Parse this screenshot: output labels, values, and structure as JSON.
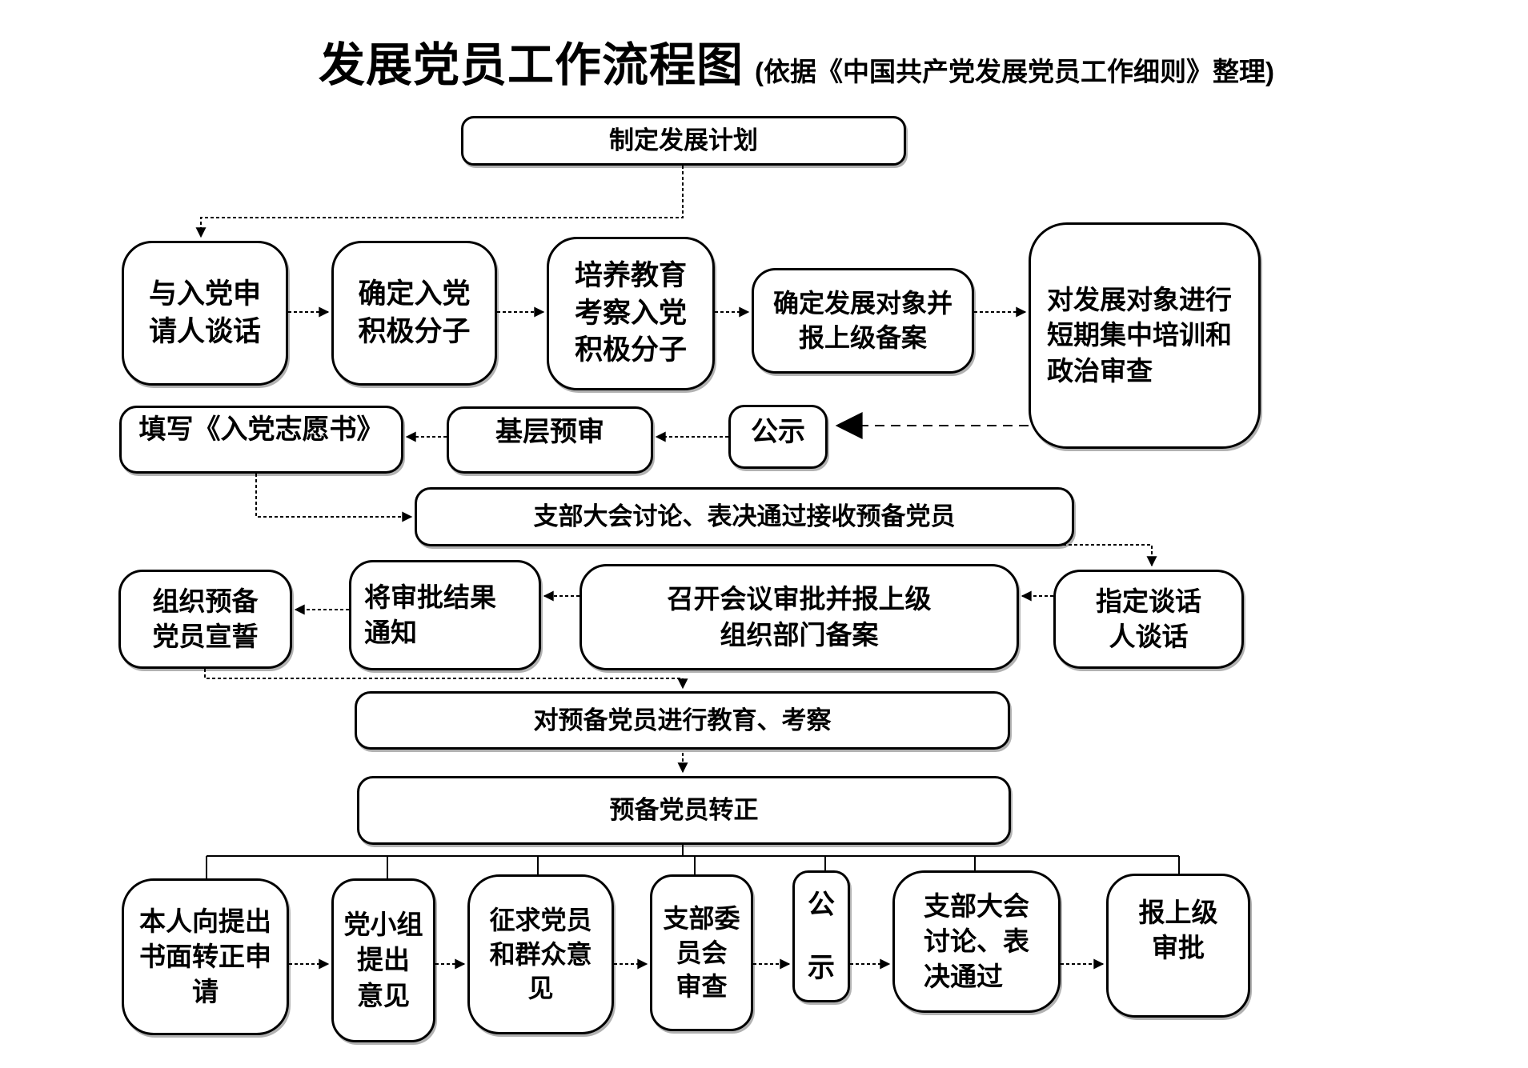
{
  "title": {
    "main": "发展党员工作流程图",
    "sub": "(依据《中国共产党发展党员工作细则》整理)"
  },
  "nodes": {
    "n0": {
      "label": "制定发展计划"
    },
    "n1": {
      "label": "与入党申\n请人谈话"
    },
    "n2": {
      "label": "确定入党\n积极分子"
    },
    "n3": {
      "label": "培养教育\n考察入党\n积极分子"
    },
    "n4": {
      "label": "确定发展对象并\n报上级备案"
    },
    "n5": {
      "label": "对发展对象进行\n短期集中培训和\n政治审查"
    },
    "n6": {
      "label": "填写《入党志愿书》"
    },
    "n7": {
      "label": "基层预审"
    },
    "n8": {
      "label": "公示"
    },
    "n9": {
      "label": "支部大会讨论、表决通过接收预备党员"
    },
    "n10": {
      "label": "指定谈话\n人谈话"
    },
    "n11": {
      "label": "召开会议审批并报上级\n组织部门备案"
    },
    "n12": {
      "label": "将审批结果\n通知"
    },
    "n13": {
      "label": "组织预备\n党员宣誓"
    },
    "n14": {
      "label": "对预备党员进行教育、考察"
    },
    "n15": {
      "label": "预备党员转正"
    },
    "n16": {
      "label": "本人向提出\n书面转正申\n请"
    },
    "n17": {
      "label": "党小组\n提出\n意见"
    },
    "n18": {
      "label": "征求党员\n和群众意\n见"
    },
    "n19": {
      "label": "支部委\n员会\n审查"
    },
    "n20": {
      "label": "公\n示"
    },
    "n21": {
      "label": "支部大会\n讨论、表\n决通过"
    },
    "n22": {
      "label": "报上级\n审批"
    }
  },
  "edges": [
    {
      "from": "n0",
      "to": "n1",
      "style": "dashed",
      "arrow": "small"
    },
    {
      "from": "n1",
      "to": "n2",
      "style": "dashed",
      "arrow": "small"
    },
    {
      "from": "n2",
      "to": "n3",
      "style": "dashed",
      "arrow": "small"
    },
    {
      "from": "n3",
      "to": "n4",
      "style": "dashed",
      "arrow": "small"
    },
    {
      "from": "n4",
      "to": "n5",
      "style": "dashed",
      "arrow": "small"
    },
    {
      "from": "n5",
      "to": "n8",
      "style": "dashed",
      "arrow": "big"
    },
    {
      "from": "n8",
      "to": "n7",
      "style": "dashed",
      "arrow": "small"
    },
    {
      "from": "n7",
      "to": "n6",
      "style": "dashed",
      "arrow": "small"
    },
    {
      "from": "n6",
      "to": "n9",
      "style": "dashed",
      "arrow": "small"
    },
    {
      "from": "n9",
      "to": "n10",
      "style": "dashed",
      "arrow": "small"
    },
    {
      "from": "n10",
      "to": "n11",
      "style": "dashed",
      "arrow": "small"
    },
    {
      "from": "n11",
      "to": "n12",
      "style": "dashed",
      "arrow": "small"
    },
    {
      "from": "n12",
      "to": "n13",
      "style": "dashed",
      "arrow": "small"
    },
    {
      "from": "n13",
      "to": "n14",
      "style": "dashed",
      "arrow": "small"
    },
    {
      "from": "n14",
      "to": "n15",
      "style": "dashed",
      "arrow": "small"
    },
    {
      "from": "n15",
      "to": "n16",
      "style": "solid",
      "arrow": "none"
    },
    {
      "from": "n15",
      "to": "n17",
      "style": "solid",
      "arrow": "none"
    },
    {
      "from": "n15",
      "to": "n18",
      "style": "solid",
      "arrow": "none"
    },
    {
      "from": "n15",
      "to": "n19",
      "style": "solid",
      "arrow": "none"
    },
    {
      "from": "n15",
      "to": "n20",
      "style": "solid",
      "arrow": "none"
    },
    {
      "from": "n15",
      "to": "n21",
      "style": "solid",
      "arrow": "none"
    },
    {
      "from": "n15",
      "to": "n22",
      "style": "solid",
      "arrow": "none"
    },
    {
      "from": "n16",
      "to": "n17",
      "style": "dashed",
      "arrow": "small"
    },
    {
      "from": "n17",
      "to": "n18",
      "style": "dashed",
      "arrow": "small"
    },
    {
      "from": "n18",
      "to": "n19",
      "style": "dashed",
      "arrow": "small"
    },
    {
      "from": "n19",
      "to": "n20",
      "style": "dashed",
      "arrow": "small"
    },
    {
      "from": "n20",
      "to": "n21",
      "style": "dashed",
      "arrow": "small"
    },
    {
      "from": "n21",
      "to": "n22",
      "style": "dashed",
      "arrow": "small"
    }
  ]
}
